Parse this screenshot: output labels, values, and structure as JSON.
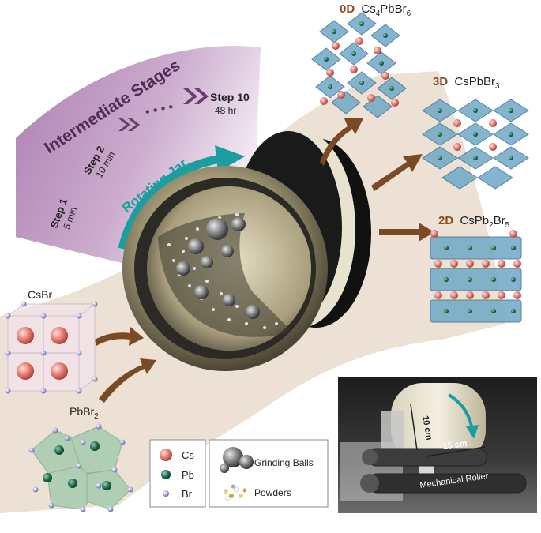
{
  "stages": {
    "title": "Intermediate Stages",
    "dots": "• • • •",
    "steps": [
      {
        "label": "Step 1",
        "time": "5 min"
      },
      {
        "label": "Step 2",
        "time": "10 min"
      },
      {
        "label": "Step 10",
        "time": "48 hr"
      }
    ]
  },
  "jar": {
    "label": "Rotating Jar"
  },
  "products": [
    {
      "dim": "0D",
      "formula_main": "Cs",
      "sub1": "4",
      "formula_mid": "PbBr",
      "sub2": "6"
    },
    {
      "dim": "3D",
      "formula_main": "CsPbBr",
      "sub1": "3"
    },
    {
      "dim": "2D",
      "formula_main": "CsPb",
      "sub1": "2",
      "formula_mid": "Br",
      "sub2": "5"
    }
  ],
  "precursors": [
    {
      "formula_main": "CsBr"
    },
    {
      "formula_main": "PbBr",
      "sub1": "2"
    }
  ],
  "legend_atoms": [
    {
      "label": "Cs",
      "color": "#e0736a"
    },
    {
      "label": "Pb",
      "color": "#1f6a4c"
    },
    {
      "label": "Br",
      "color": "#a4a6d8"
    }
  ],
  "legend_media": [
    {
      "label": "Grinding Balls"
    },
    {
      "label": "Powders"
    }
  ],
  "photo": {
    "width_label": "10 cm",
    "length_label": "15 cm",
    "roller_label": "Mechanical Roller"
  },
  "colors": {
    "stage_purple": "#b487b8",
    "stage_purple_dark": "#8a5a8f",
    "chevron": "#6a3d6d",
    "jar_arrow": "#1a9ea0",
    "product_arrow": "#7a4a24",
    "octahedron": "#6fa8c8",
    "pb_octahedron": "#7fbf99",
    "dim_label": "#8a4a1e",
    "path_band": "#e9dccd"
  }
}
